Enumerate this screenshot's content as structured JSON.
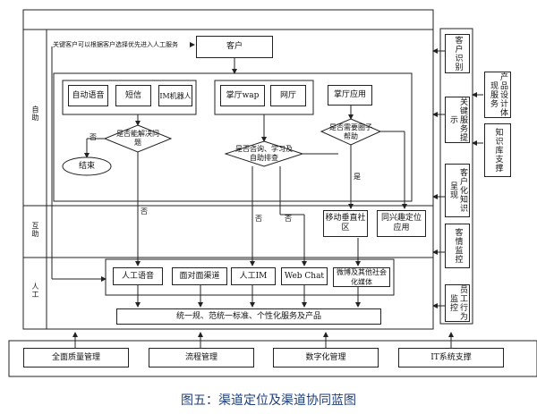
{
  "diagram": {
    "zones": {
      "auto": "自助",
      "interactive": "互助",
      "manual": "人工"
    },
    "customer": "客户",
    "note": "关键客户可以根据客户选择优先进入人工服务",
    "self_channels": [
      "自动语音",
      "短信",
      "IM机器人"
    ],
    "web_channels": [
      "掌厅wap",
      "网厅"
    ],
    "app_channel": "掌厅应用",
    "decisions": {
      "d1": "是否能解决问题",
      "d2": "是否咨询、学习及自助排查",
      "d3": "是否需要圈子帮助"
    },
    "end_node": "结束",
    "edge_labels": {
      "no": "否",
      "yes": "是"
    },
    "community": [
      "移动垂直社区",
      "同兴趣定位应用"
    ],
    "manual_channels": [
      "人工语音",
      "面对面渠道",
      "人工IM",
      "Web Chat",
      "微博及其他社会化媒体"
    ],
    "unified_bar": "统一规、范统一标准、个性化服务及产品",
    "right_column": [
      "客户识别",
      "关键服务提示",
      "客户化知识呈现",
      "客情监控",
      "员工行为监控"
    ],
    "far_right": [
      "产品设计体现服务",
      "知识库支撑"
    ],
    "bottom": [
      "全面质量管理",
      "流程管理",
      "数字化管理",
      "IT系统支撑"
    ],
    "caption": "图五：渠道定位及渠道协同蓝图"
  }
}
